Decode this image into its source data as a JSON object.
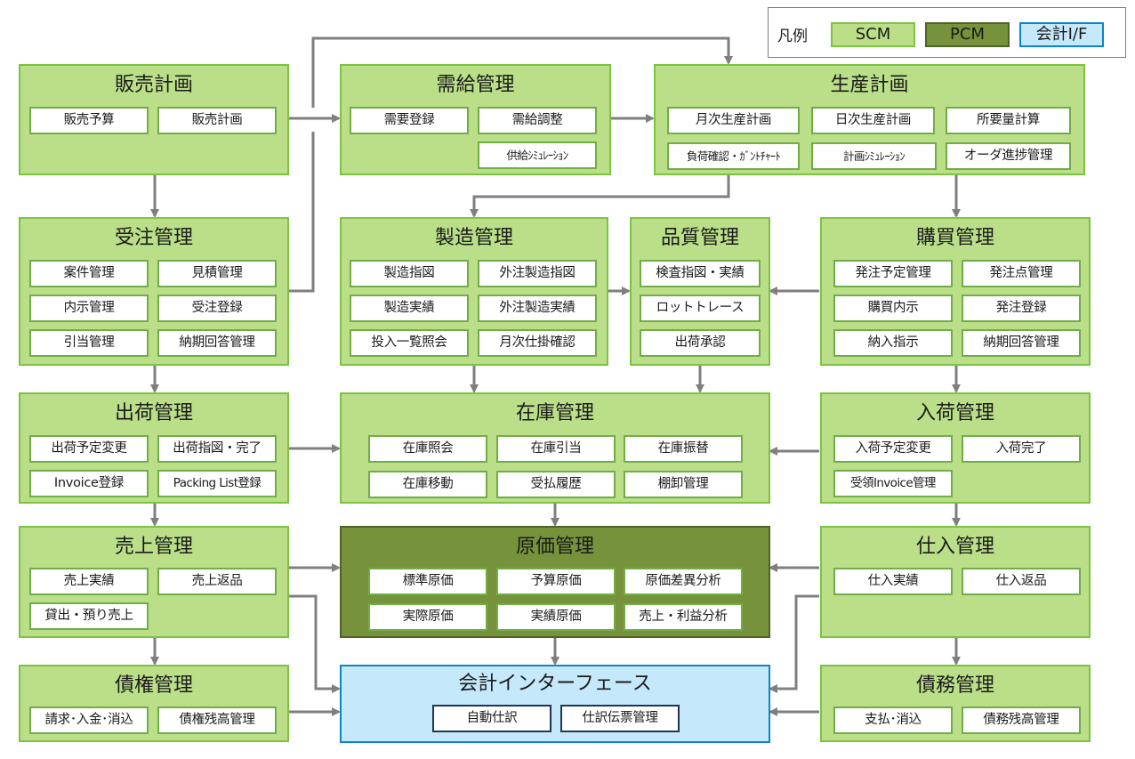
{
  "legend": {
    "label": "凡例",
    "items": [
      {
        "key": "scm",
        "label": "SCM",
        "color": "#badf88"
      },
      {
        "key": "pcm",
        "label": "PCM",
        "color": "#76933c"
      },
      {
        "key": "acc",
        "label": "会計I/F",
        "color": "#c5e9fb"
      }
    ]
  },
  "colors": {
    "scm_fill": "#badf88",
    "scm_border": "#7dc242",
    "pcm_fill": "#76933c",
    "acc_fill": "#c5e9fb",
    "acc_border": "#0b84c9",
    "connector": "#7f7f7f"
  },
  "modules": {
    "sales_plan": {
      "title": "販売計画",
      "category": "SCM",
      "functions": [
        "販売予算",
        "販売計画"
      ]
    },
    "supply_demand": {
      "title": "需給管理",
      "category": "SCM",
      "functions": [
        "需要登録",
        "需給調整",
        "供給ｼﾐｭﾚｰｼｮﾝ"
      ]
    },
    "production_plan": {
      "title": "生産計画",
      "category": "SCM",
      "functions": [
        "月次生産計画",
        "日次生産計画",
        "所要量計算",
        "負荷確認・ｶﾞﾝﾄﾁｬｰﾄ",
        "計画ｼﾐｭﾚｰｼｮﾝ",
        "オーダ進捗管理"
      ]
    },
    "order": {
      "title": "受注管理",
      "category": "SCM",
      "functions": [
        "案件管理",
        "見積管理",
        "内示管理",
        "受注登録",
        "引当管理",
        "納期回答管理"
      ]
    },
    "manufacturing": {
      "title": "製造管理",
      "category": "SCM",
      "functions": [
        "製造指図",
        "外注製造指図",
        "製造実績",
        "外注製造実績",
        "投入一覧照会",
        "月次仕掛確認"
      ]
    },
    "quality": {
      "title": "品質管理",
      "category": "SCM",
      "functions": [
        "検査指図・実績",
        "ロットトレース",
        "出荷承認"
      ]
    },
    "purchasing": {
      "title": "購買管理",
      "category": "SCM",
      "functions": [
        "発注予定管理",
        "発注点管理",
        "購買内示",
        "発注登録",
        "納入指示",
        "納期回答管理"
      ]
    },
    "shipping": {
      "title": "出荷管理",
      "category": "SCM",
      "functions": [
        "出荷予定変更",
        "出荷指図・完了",
        "Invoice登録",
        "Packing List登録"
      ]
    },
    "inventory": {
      "title": "在庫管理",
      "category": "SCM",
      "functions": [
        "在庫照会",
        "在庫引当",
        "在庫振替",
        "在庫移動",
        "受払履歴",
        "棚卸管理"
      ]
    },
    "receiving": {
      "title": "入荷管理",
      "category": "SCM",
      "functions": [
        "入荷予定変更",
        "入荷完了",
        "受領Invoice管理"
      ]
    },
    "sales": {
      "title": "売上管理",
      "category": "SCM",
      "functions": [
        "売上実績",
        "売上返品",
        "貸出・預り売上"
      ]
    },
    "cost": {
      "title": "原価管理",
      "category": "PCM",
      "functions": [
        "標準原価",
        "予算原価",
        "原価差異分析",
        "実際原価",
        "実績原価",
        "売上・利益分析"
      ]
    },
    "procurement": {
      "title": "仕入管理",
      "category": "SCM",
      "functions": [
        "仕入実績",
        "仕入返品"
      ]
    },
    "receivables": {
      "title": "債権管理",
      "category": "SCM",
      "functions": [
        "請求･入金･消込",
        "債権残高管理"
      ]
    },
    "accounting_if": {
      "title": "会計インターフェース",
      "category": "会計I/F",
      "functions": [
        "自動仕訳",
        "仕訳伝票管理"
      ]
    },
    "payables": {
      "title": "債務管理",
      "category": "SCM",
      "functions": [
        "支払･消込",
        "債務残高管理"
      ]
    }
  },
  "flows": [
    {
      "from": "販売計画",
      "to": "需給管理"
    },
    {
      "from": "販売計画",
      "to": "受注管理"
    },
    {
      "from": "受注管理",
      "to": "生産計画"
    },
    {
      "from": "需給管理",
      "to": "生産計画"
    },
    {
      "from": "生産計画",
      "to": "製造管理"
    },
    {
      "from": "生産計画",
      "to": "購買管理"
    },
    {
      "from": "製造管理",
      "to": "品質管理"
    },
    {
      "from": "購買管理",
      "to": "品質管理"
    },
    {
      "from": "受注管理",
      "to": "出荷管理"
    },
    {
      "from": "製造管理",
      "to": "在庫管理"
    },
    {
      "from": "品質管理",
      "to": "在庫管理"
    },
    {
      "from": "購買管理",
      "to": "入荷管理"
    },
    {
      "from": "出荷管理",
      "to": "在庫管理"
    },
    {
      "from": "入荷管理",
      "to": "在庫管理"
    },
    {
      "from": "出荷管理",
      "to": "売上管理"
    },
    {
      "from": "在庫管理",
      "to": "原価管理"
    },
    {
      "from": "入荷管理",
      "to": "仕入管理"
    },
    {
      "from": "売上管理",
      "to": "原価管理"
    },
    {
      "from": "仕入管理",
      "to": "原価管理"
    },
    {
      "from": "売上管理",
      "to": "債権管理"
    },
    {
      "from": "売上管理",
      "to": "会計インターフェース"
    },
    {
      "from": "原価管理",
      "to": "会計インターフェース"
    },
    {
      "from": "仕入管理",
      "to": "会計インターフェース"
    },
    {
      "from": "仕入管理",
      "to": "債務管理"
    },
    {
      "from": "債権管理",
      "to": "会計インターフェース"
    },
    {
      "from": "債務管理",
      "to": "会計インターフェース"
    }
  ]
}
